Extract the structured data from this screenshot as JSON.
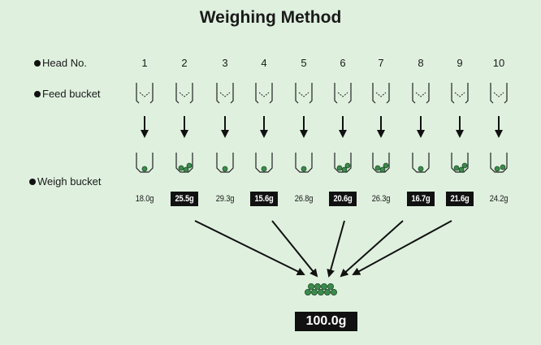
{
  "title": "Weighing Method",
  "labels": {
    "head_no": "Head No.",
    "feed_bucket": "Feed bucket",
    "weigh_bucket": "Weigh bucket"
  },
  "heads": [
    {
      "no": "1",
      "weight": "18.0g",
      "selected": false,
      "balls": 1
    },
    {
      "no": "2",
      "weight": "25.5g",
      "selected": true,
      "balls": 3
    },
    {
      "no": "3",
      "weight": "29.3g",
      "selected": false,
      "balls": 1
    },
    {
      "no": "4",
      "weight": "15.6g",
      "selected": true,
      "balls": 1
    },
    {
      "no": "5",
      "weight": "26.8g",
      "selected": false,
      "balls": 1
    },
    {
      "no": "6",
      "weight": "20.6g",
      "selected": true,
      "balls": 3
    },
    {
      "no": "7",
      "weight": "26.3g",
      "selected": false,
      "balls": 3
    },
    {
      "no": "8",
      "weight": "16.7g",
      "selected": true,
      "balls": 1
    },
    {
      "no": "9",
      "weight": "21.6g",
      "selected": true,
      "balls": 3
    },
    {
      "no": "10",
      "weight": "24.2g",
      "selected": false,
      "balls": 2
    }
  ],
  "total": "100.0g",
  "colors": {
    "background": "#dff0df",
    "ball_fill": "#3c8a4c",
    "ball_stroke": "#1d4d27",
    "selected_bg": "#111111"
  }
}
